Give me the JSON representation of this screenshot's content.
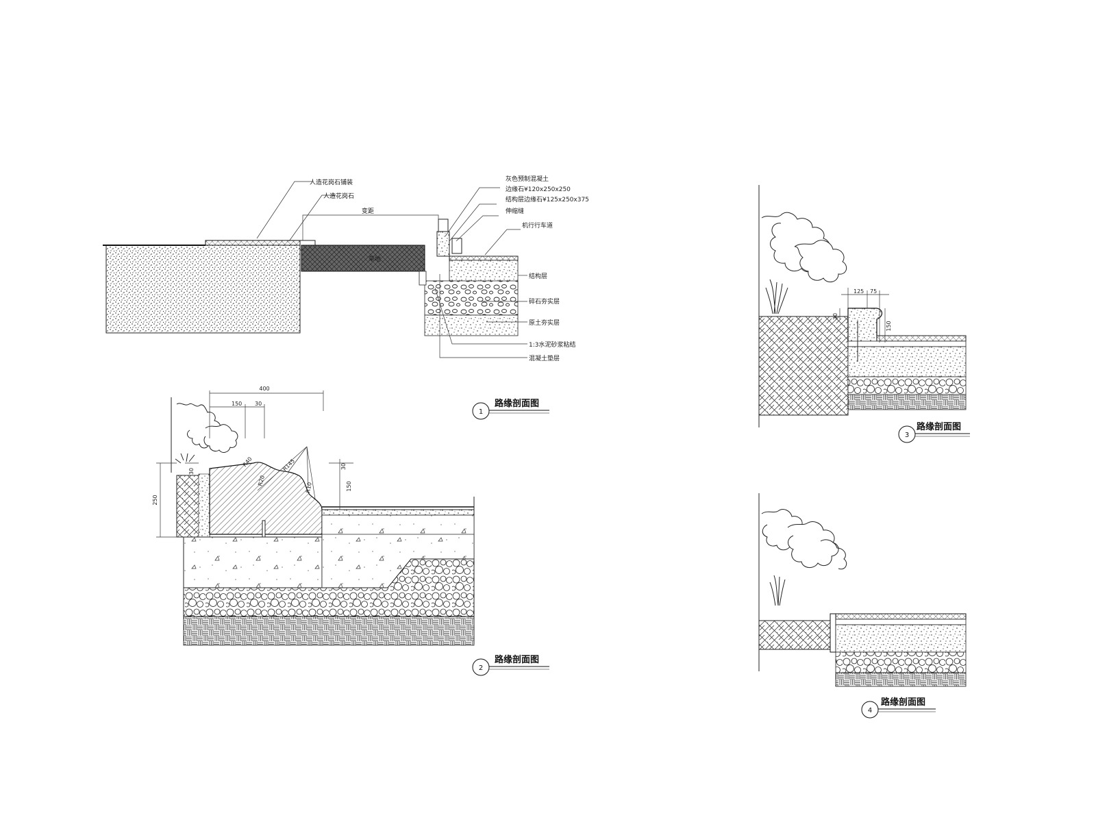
{
  "sheet": {
    "section_1": {
      "number": "1",
      "title": "路缘剖面图",
      "labels": {
        "label_1": "人造花岗石铺装",
        "label_2": "人造花岗石",
        "label_3": "变距",
        "label_4": "灰色预制混凝土",
        "label_5": "边缘石¥120x250x250",
        "label_6": "结构层边缘石¥125x250x375",
        "label_7": "伸缩缝",
        "label_8": "机行行车道",
        "label_9": "结构层",
        "label_10": "碎石夯实层",
        "label_11": "原土夯实层",
        "label_12": "1:3水泥砂浆粘结",
        "label_13": "混凝土垫层",
        "label_14": "草地"
      }
    },
    "section_2": {
      "number": "2",
      "title": "路缘剖面图",
      "dims": {
        "overall": "400",
        "a": "150",
        "b": "30",
        "left_height": "250",
        "left_small": "30",
        "right_top": "30",
        "right_height": "150",
        "r1": "R40",
        "r2": "R20",
        "r3": "R10",
        "r4": "R145"
      }
    },
    "section_3": {
      "number": "3",
      "title": "路缘剖面图",
      "dims": {
        "a": "125",
        "b": "75",
        "h1": "30",
        "h2": "150"
      }
    },
    "section_4": {
      "number": "4",
      "title": "路缘剖面图"
    },
    "colors": {
      "line": "#222222",
      "fill_dark": "#3a3a3a",
      "paper": "#ffffff"
    }
  }
}
